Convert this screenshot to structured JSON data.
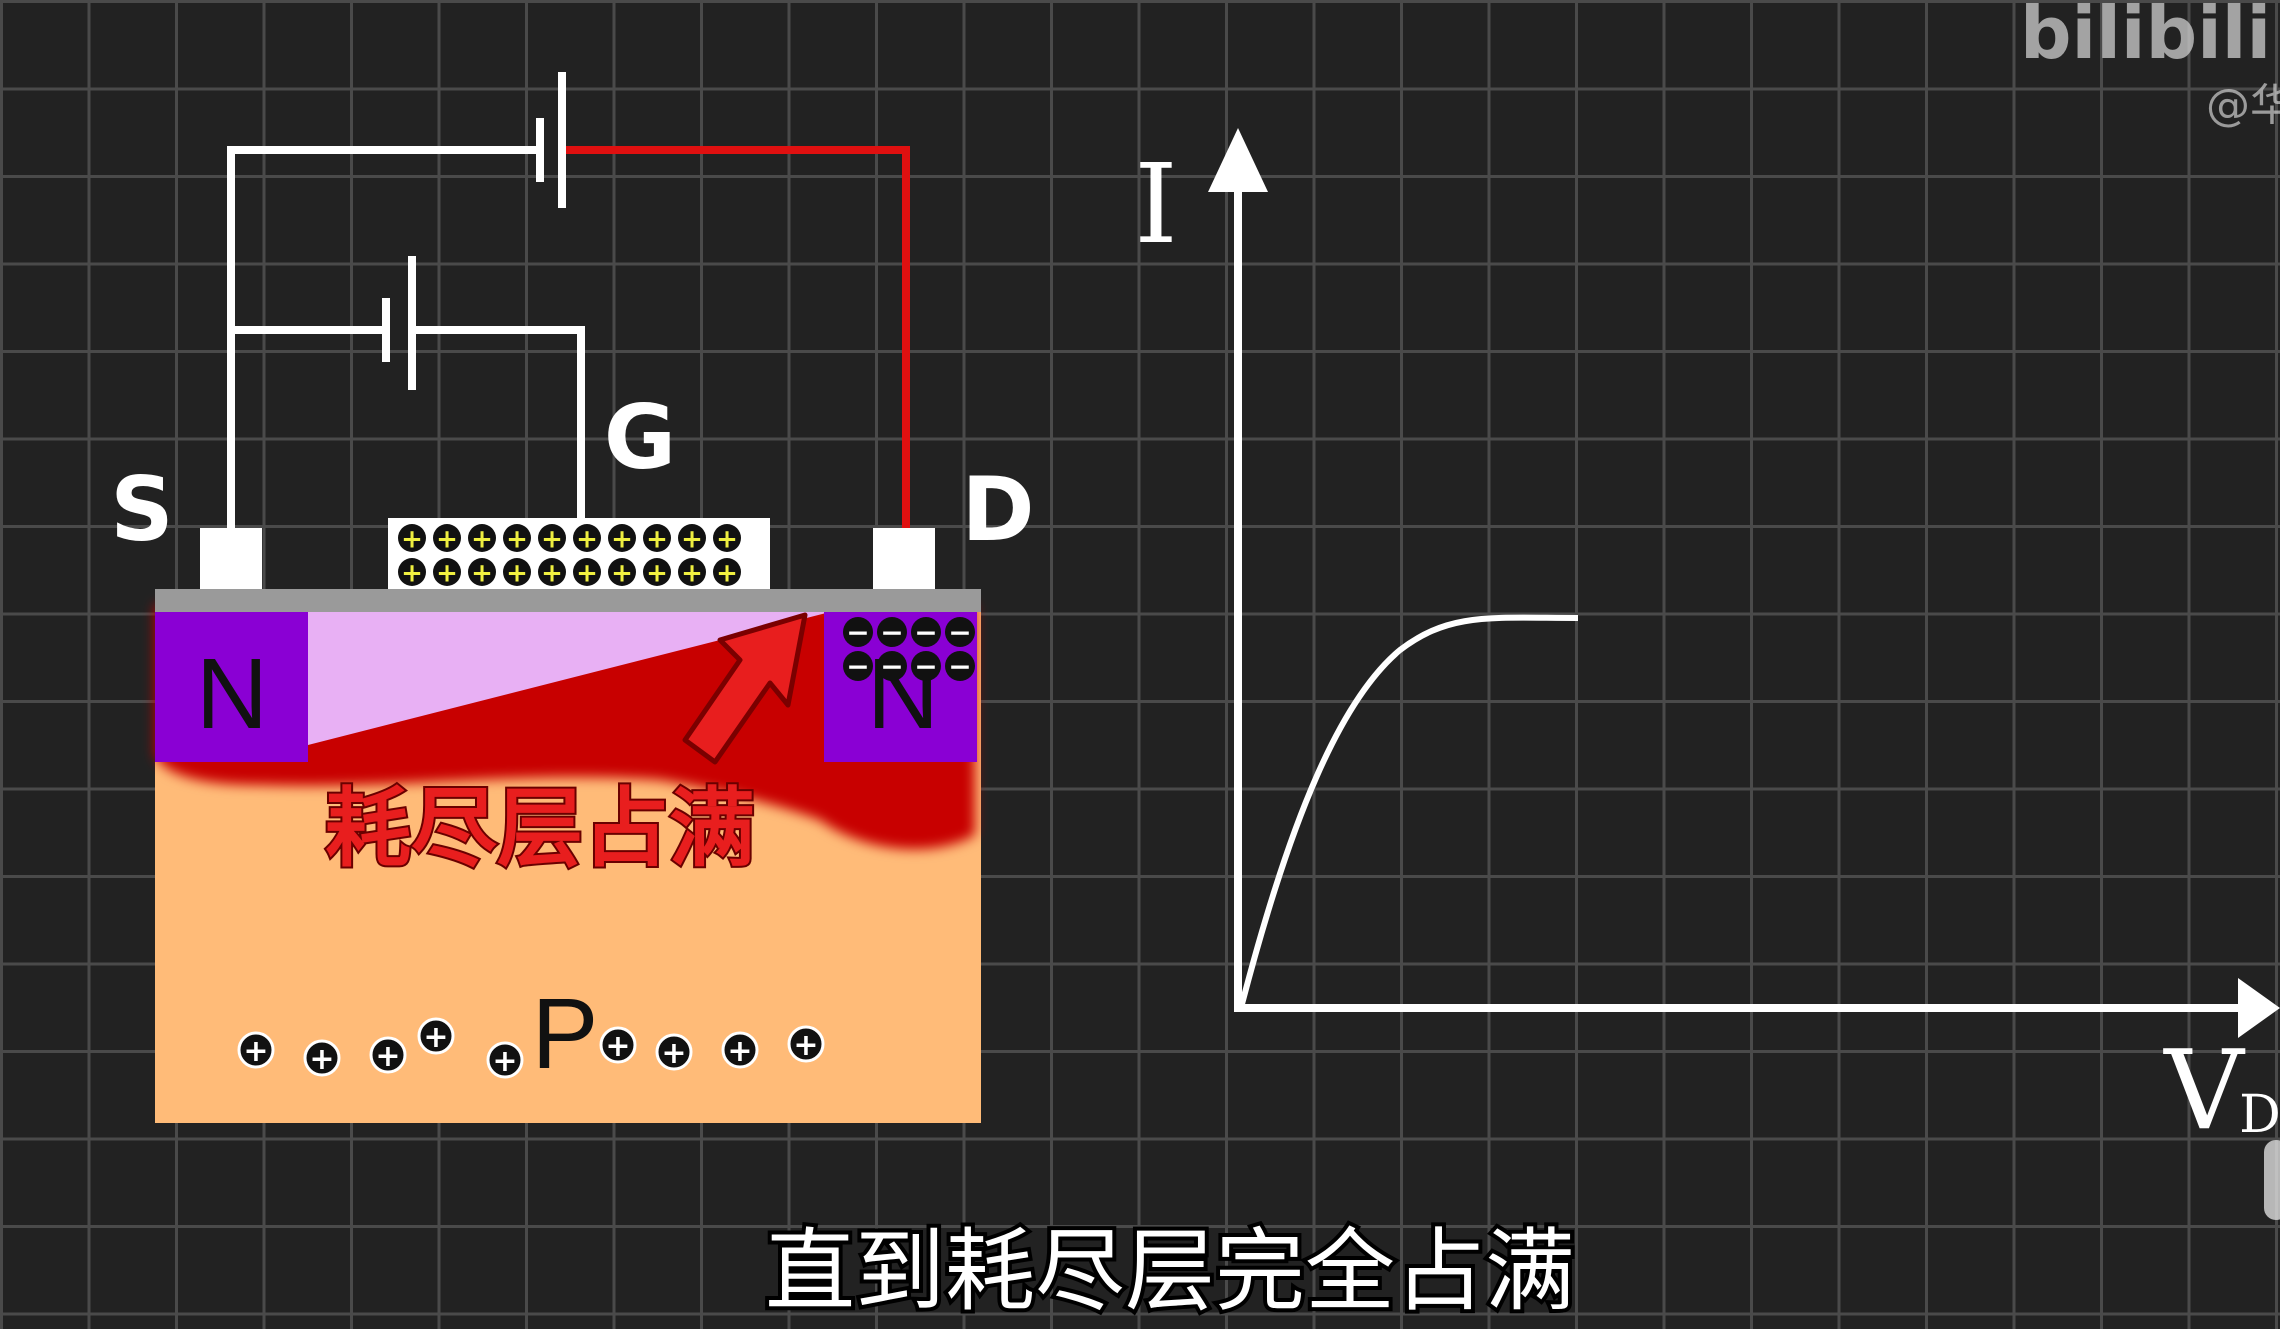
{
  "diagram": {
    "labels": {
      "source": "S",
      "gate": "G",
      "drain": "D",
      "n_left": "N",
      "n_right": "N",
      "substrate": "P"
    },
    "callout": "耗尽层占满",
    "gate_charge_glyph": "+",
    "drain_charge_glyph": "−",
    "substrate_charge_glyph": "+",
    "colors": {
      "background": "#222222",
      "grid": "#4a4a4a",
      "wire": "#ffffff",
      "wire_drain": "#e01010",
      "n_region": "#8a00d4",
      "channel": "#e8b0f4",
      "depletion": "#c80000",
      "substrate": "#ffbb78",
      "oxide": "#9a9a9a",
      "callout": "#e81e1e"
    }
  },
  "graph": {
    "y_label": "I",
    "x_label": "V",
    "x_label_sub": "D",
    "curve": "rises then saturates"
  },
  "subtitle": "直到耗尽层完全占满",
  "watermark": {
    "logo": "bilibili",
    "handle": "@华"
  }
}
